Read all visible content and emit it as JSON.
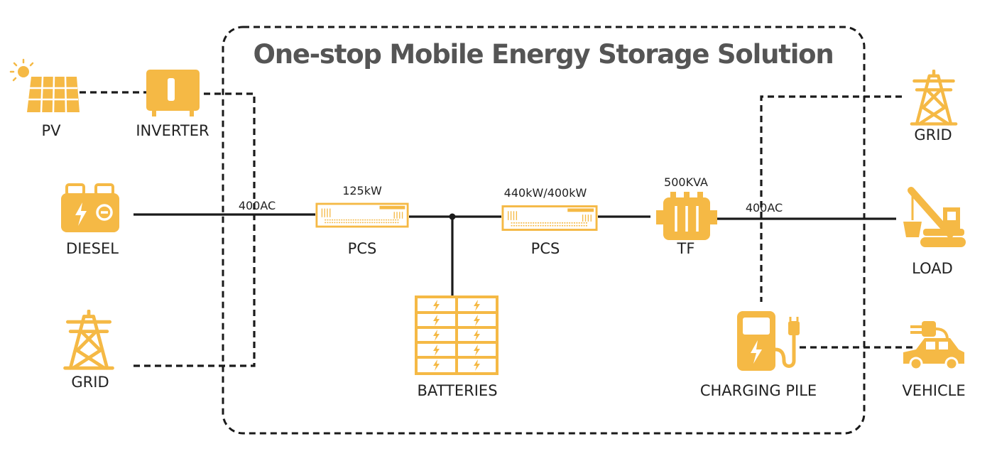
{
  "title": "One-stop Mobile Energy Storage Solution",
  "colors": {
    "accent": "#F5B945",
    "line": "#1a1a1a",
    "title": "#555555",
    "text": "#222222"
  },
  "nodes": {
    "pv": {
      "label": "PV",
      "icon": "solar-panel-icon"
    },
    "inverter": {
      "label": "INVERTER",
      "icon": "inverter-icon"
    },
    "diesel": {
      "label": "DIESEL",
      "icon": "diesel-generator-icon"
    },
    "grid_left": {
      "label": "GRID",
      "icon": "transmission-tower-icon"
    },
    "pcs_left": {
      "label": "PCS",
      "rating": "125kW",
      "icon": "pcs-cabinet-icon"
    },
    "batteries": {
      "label": "BATTERIES",
      "icon": "battery-rack-icon"
    },
    "pcs_right": {
      "label": "PCS",
      "rating": "440kW/400kW",
      "icon": "pcs-cabinet-icon"
    },
    "tf": {
      "label": "TF",
      "rating": "500KVA",
      "icon": "transformer-icon"
    },
    "charging_pile": {
      "label": "CHARGING PILE",
      "icon": "charging-pile-icon"
    },
    "grid_right": {
      "label": "GRID",
      "icon": "transmission-tower-icon"
    },
    "load": {
      "label": "LOAD",
      "icon": "crane-icon"
    },
    "vehicle": {
      "label": "VEHICLE",
      "icon": "electric-car-icon"
    }
  },
  "bus_labels": {
    "left": "400AC",
    "right": "400AC"
  }
}
